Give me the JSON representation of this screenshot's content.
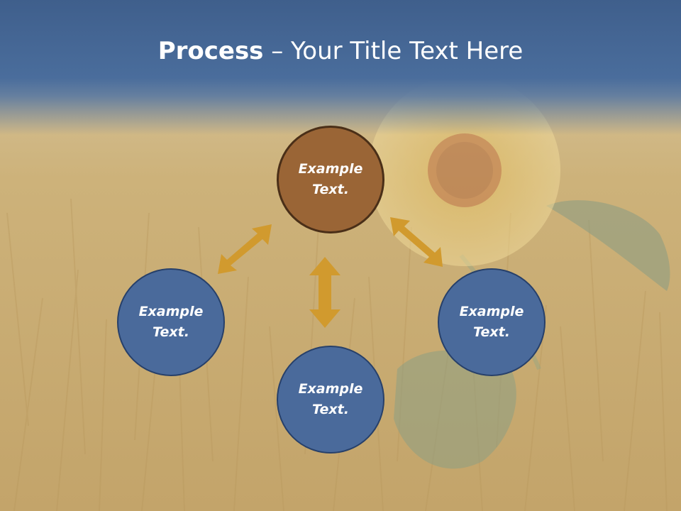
{
  "slide": {
    "title_bold": "Process",
    "title_rest": " – Your Title Text Here"
  },
  "diagram": {
    "nodes": [
      {
        "line1": "Example",
        "line2": "Text.",
        "color": "#9a6536"
      },
      {
        "line1": "Example",
        "line2": "Text.",
        "color": "#4a6a9b"
      },
      {
        "line1": "Example",
        "line2": "Text.",
        "color": "#4a6a9b"
      },
      {
        "line1": "Example",
        "line2": "Text.",
        "color": "#4a6a9b"
      }
    ],
    "arrow_color": "#d19a2e"
  }
}
